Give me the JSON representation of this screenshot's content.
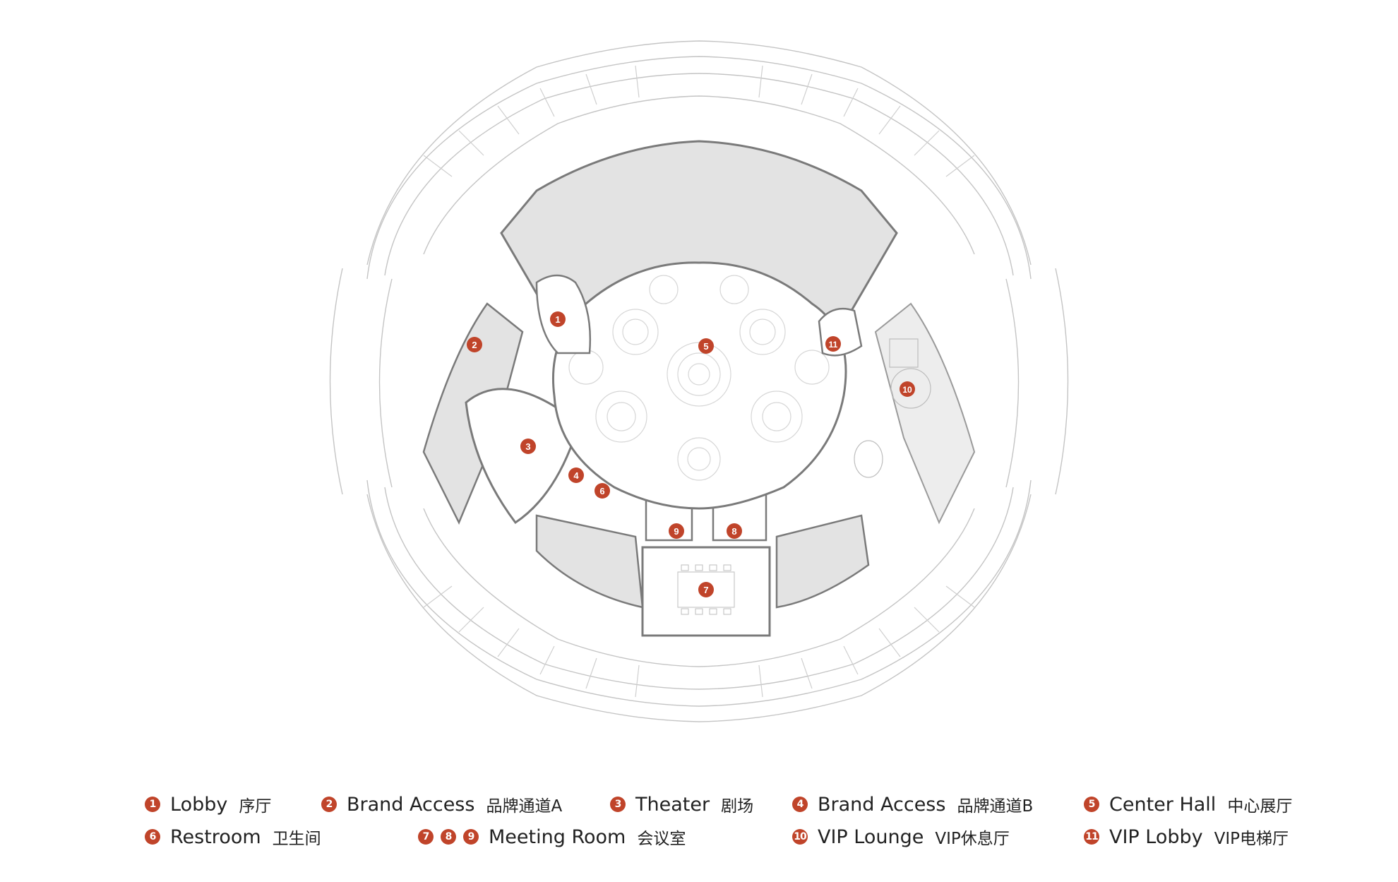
{
  "colors": {
    "accent": "#c0442a",
    "wall": "#7a7a7a",
    "room_fill": "#e3e3e3",
    "outline": "#bdbdbd"
  },
  "markers": [
    {
      "id": "1",
      "label": "1"
    },
    {
      "id": "2",
      "label": "2"
    },
    {
      "id": "3",
      "label": "3"
    },
    {
      "id": "4",
      "label": "4"
    },
    {
      "id": "5",
      "label": "5"
    },
    {
      "id": "6",
      "label": "6"
    },
    {
      "id": "7",
      "label": "7"
    },
    {
      "id": "8",
      "label": "8"
    },
    {
      "id": "9",
      "label": "9"
    },
    {
      "id": "10",
      "label": "10"
    },
    {
      "id": "11",
      "label": "11"
    }
  ],
  "legend": [
    {
      "numbers": [
        "1"
      ],
      "en": "Lobby",
      "zh": "序厅"
    },
    {
      "numbers": [
        "2"
      ],
      "en": "Brand Access",
      "zh": "品牌通道A"
    },
    {
      "numbers": [
        "3"
      ],
      "en": "Theater",
      "zh": "剧场"
    },
    {
      "numbers": [
        "4"
      ],
      "en": "Brand Access",
      "zh": "品牌通道B"
    },
    {
      "numbers": [
        "5"
      ],
      "en": "Center Hall",
      "zh": "中心展厅"
    },
    {
      "numbers": [
        "6"
      ],
      "en": "Restroom",
      "zh": "卫生间"
    },
    {
      "numbers": [
        "7",
        "8",
        "9"
      ],
      "en": "Meeting Room",
      "zh": "会议室"
    },
    {
      "numbers": [
        "10"
      ],
      "en": "VIP Lounge",
      "zh": "VIP休息厅"
    },
    {
      "numbers": [
        "11"
      ],
      "en": "VIP Lobby",
      "zh": "VIP电梯厅"
    }
  ]
}
